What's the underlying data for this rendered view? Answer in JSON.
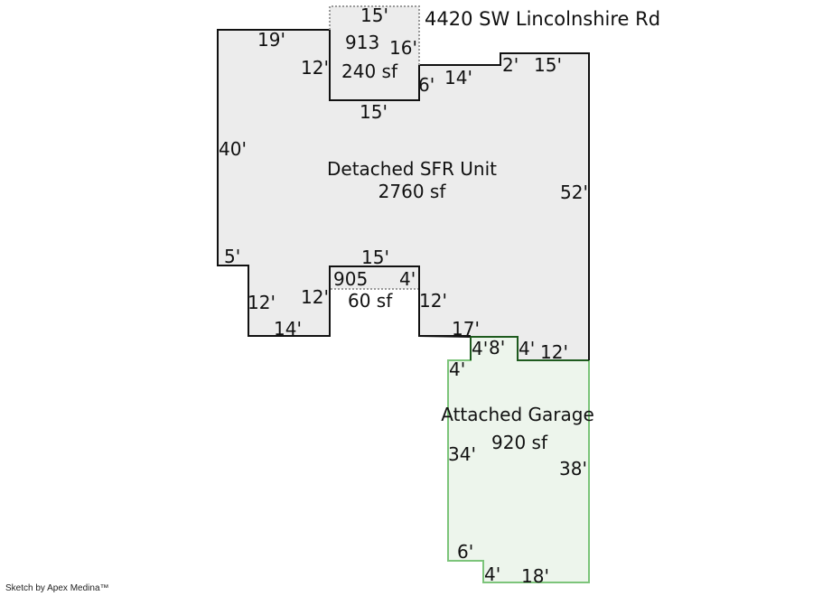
{
  "address": "4420 SW Lincolnshire Rd",
  "credit": "Sketch by Apex Medina™",
  "colors": {
    "house_fill": "#ececec",
    "house_stroke": "#111111",
    "garage_fill": "#edf5ec",
    "garage_stroke": "#7cc47a",
    "shared_stroke": "#1e5a1e",
    "dotted_stroke": "#9a9a9a"
  },
  "areas": {
    "main": {
      "name": "Detached SFR Unit",
      "area": "2760 sf"
    },
    "upper_addition": {
      "code": "913",
      "area": "240 sf"
    },
    "lower_addition": {
      "code": "905",
      "area": "60 sf"
    },
    "garage": {
      "name": "Attached Garage",
      "area": "920 sf"
    }
  },
  "dimensions": {
    "main_top_left": "19'",
    "main_left": "40'",
    "main_left_step": "5'",
    "main_left_lower": "12'",
    "main_bottom_left": "14'",
    "notch_left": "12'",
    "notch_top": "15'",
    "notch_right_upper": "4'",
    "notch_right": "12'",
    "main_bottom_mid": "17'",
    "main_right": "52'",
    "main_top_right": "15'",
    "main_top_step": "2'",
    "main_top_mid": "14'",
    "main_top_step2": "6'",
    "addition_top": "15'",
    "addition_right": "16'",
    "addition_left": "12'",
    "addition_bottom": "15'",
    "garage_top_step": "4'",
    "garage_top": "8'",
    "garage_top_step2": "4'",
    "garage_top_right": "12'",
    "garage_left_step": "4'",
    "garage_left": "34'",
    "garage_right": "38'",
    "garage_bottom_step": "6'",
    "garage_bottom_step2": "4'",
    "garage_bottom": "18'"
  }
}
